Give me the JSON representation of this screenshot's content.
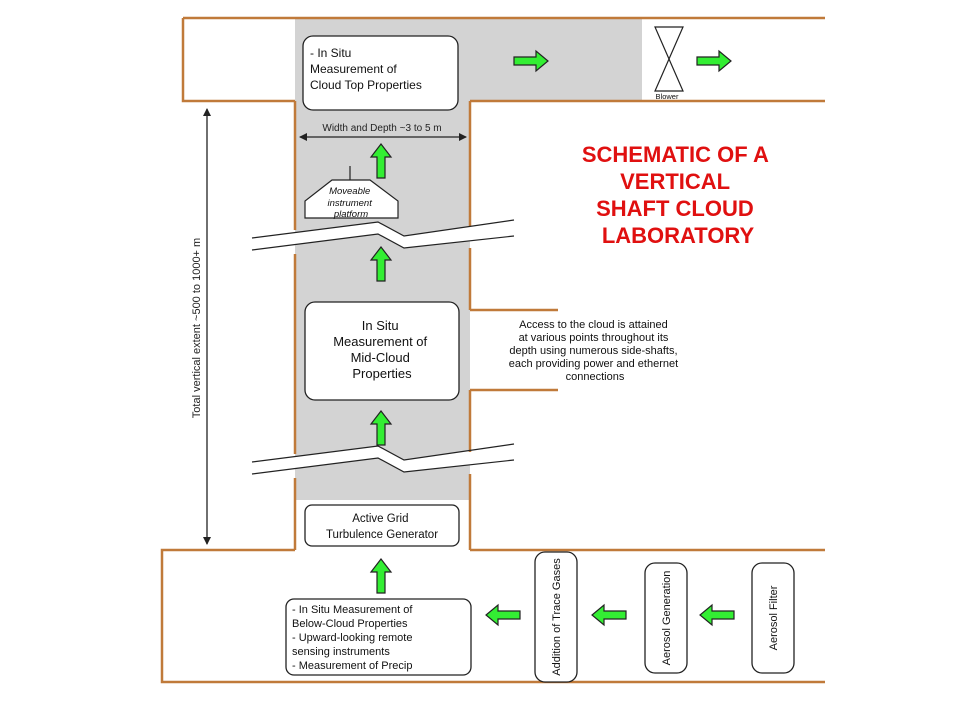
{
  "title": {
    "lines": [
      "SCHEMATIC OF A",
      "VERTICAL",
      "SHAFT CLOUD",
      "LABORATORY"
    ]
  },
  "boxes": {
    "cloud_top": [
      "- In Situ",
      "Measurement of",
      "Cloud Top Properties"
    ],
    "mid_cloud": [
      "In Situ",
      "Measurement of",
      "Mid-Cloud",
      "Properties"
    ],
    "active_grid": [
      "Active Grid",
      "Turbulence Generator"
    ],
    "below_cloud": [
      "- In Situ Measurement of",
      "Below-Cloud Properties",
      "- Upward-looking remote",
      "sensing instruments",
      "- Measurement of Precip"
    ],
    "platform": [
      "Moveable",
      "instrument",
      "platform"
    ],
    "trace_gases": "Addition of Trace Gases",
    "aerosol_generation": "Aerosol Generation",
    "aerosol_filter": "Aerosol Filter"
  },
  "annotations": {
    "width_depth": "Width and Depth ~3 to 5 m",
    "vertical_extent": "Total vertical extent ~500 to 1000+ m",
    "blower": "Blower",
    "access": [
      "Access to the cloud is attained",
      "at various points throughout its",
      "depth using numerous side-shafts,",
      "each providing power and ethernet",
      "connections"
    ]
  },
  "colors": {
    "wall": "#c07a3a",
    "shaft_fill": "#d3d3d3",
    "arrow_fill": "#33ee33",
    "title": "#e01010",
    "outline": "#222222"
  }
}
